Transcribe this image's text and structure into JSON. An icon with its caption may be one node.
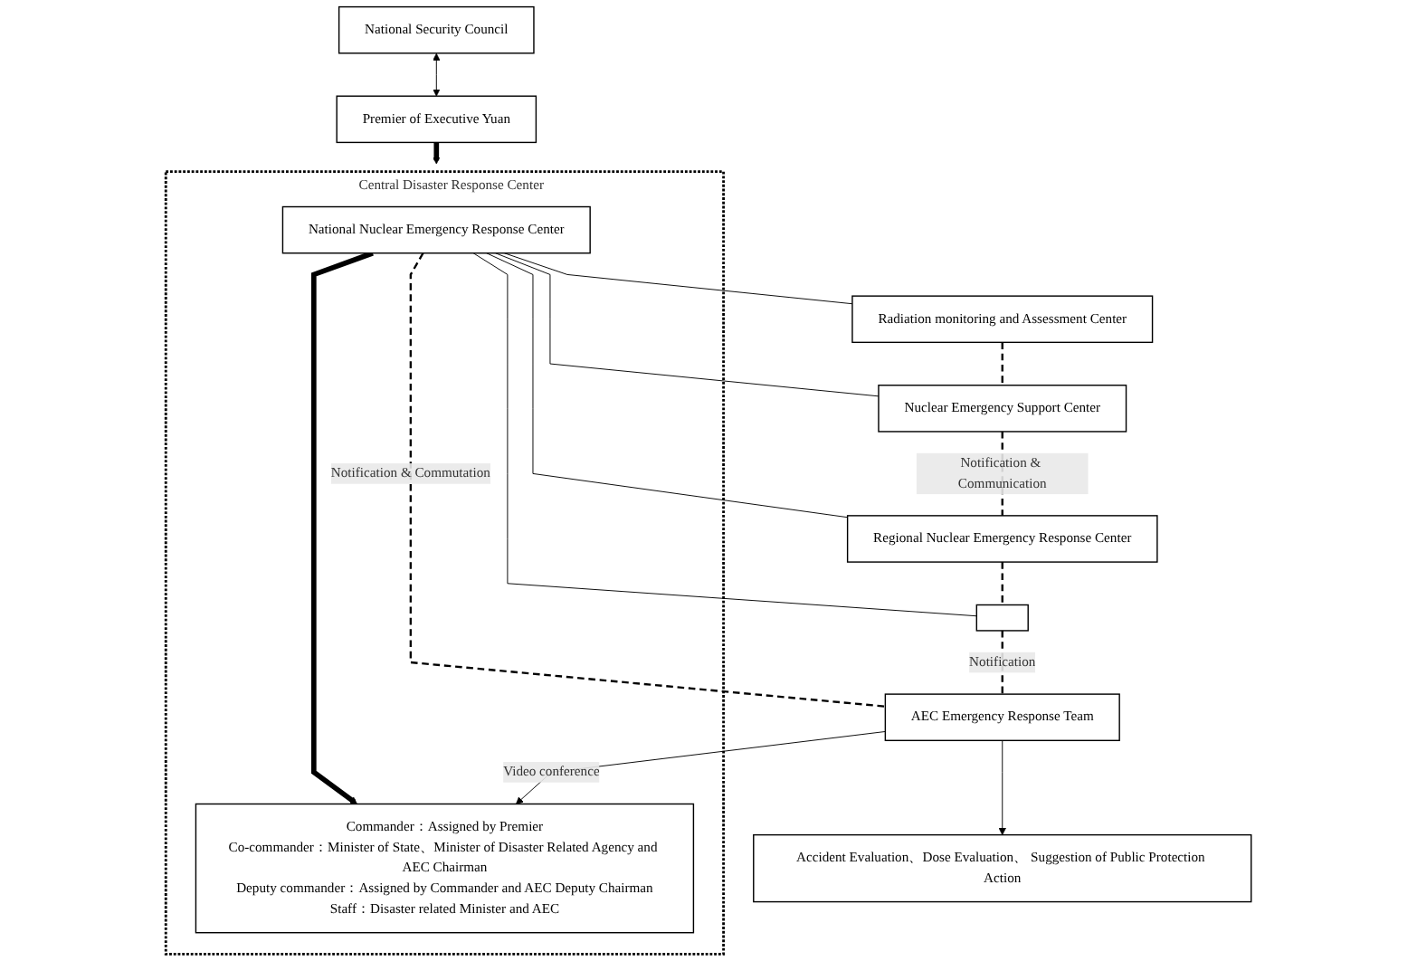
{
  "diagram": {
    "nodes": [
      {
        "text": [
          "National Security Council"
        ]
      },
      {
        "text": [
          "Premier of Executive Yuan"
        ]
      },
      {
        "text": [
          "Central Disaster Response Center"
        ]
      },
      {
        "text": [
          "National Nuclear Emergency Response Center"
        ],
        "in": 2
      },
      {
        "text": [
          "Commander：Assigned by Premier",
          "Co-commander：Minister of State、Minister of Disaster Related Agency and AEC Chairman",
          "Deputy commander：Assigned by Commander and AEC Deputy Chairman",
          "Staff：Disaster related Minister and AEC"
        ],
        "in": 2
      },
      {
        "text": [
          "AEC Emergency Response Team"
        ]
      },
      {
        "text": [
          "Accident Evaluation、Dose Evaluation、 Suggestion of Public Protection Action"
        ]
      },
      {
        "text": [
          "Radiation monitoring and Assessment Center"
        ]
      },
      {
        "text": [
          "Nuclear Emergency Support Center"
        ]
      },
      {
        "text": [
          "Regional Nuclear Emergency Response Center"
        ]
      },
      {
        "text": [],
        "shape": "box"
      }
    ],
    "edges": [
      {
        "from": 0,
        "to": 1,
        "arrow": "both"
      },
      {
        "from": 1,
        "to": 2,
        "arrow": "to",
        "style": "thick"
      },
      {
        "from": 3,
        "to": 4,
        "arrow": "to",
        "style": "thick"
      },
      {
        "from": 5,
        "to": 4,
        "arrow": "to",
        "label": "Video conference"
      },
      {
        "from": 5,
        "to": 6,
        "arrow": "to"
      },
      {
        "from": 3,
        "to": 5,
        "arrow": "none",
        "style": "dashed",
        "label": "Notification & Commutation"
      },
      {
        "from": 3,
        "to": 7,
        "arrow": "none"
      },
      {
        "from": 3,
        "to": 8,
        "arrow": "none"
      },
      {
        "from": 3,
        "to": 9,
        "arrow": "none"
      },
      {
        "from": 3,
        "to": 10,
        "arrow": "none"
      },
      {
        "from": 10,
        "to": 5,
        "arrow": "none",
        "style": "dashed",
        "label": "Notification"
      },
      {
        "from": 7,
        "to": 8,
        "arrow": "none",
        "style": "dashed"
      },
      {
        "from": 8,
        "to": 9,
        "arrow": "none",
        "style": "dashed",
        "label": "Notification & Communication"
      },
      {
        "from": 9,
        "to": 10,
        "arrow": "none",
        "style": "dashed"
      }
    ]
  }
}
